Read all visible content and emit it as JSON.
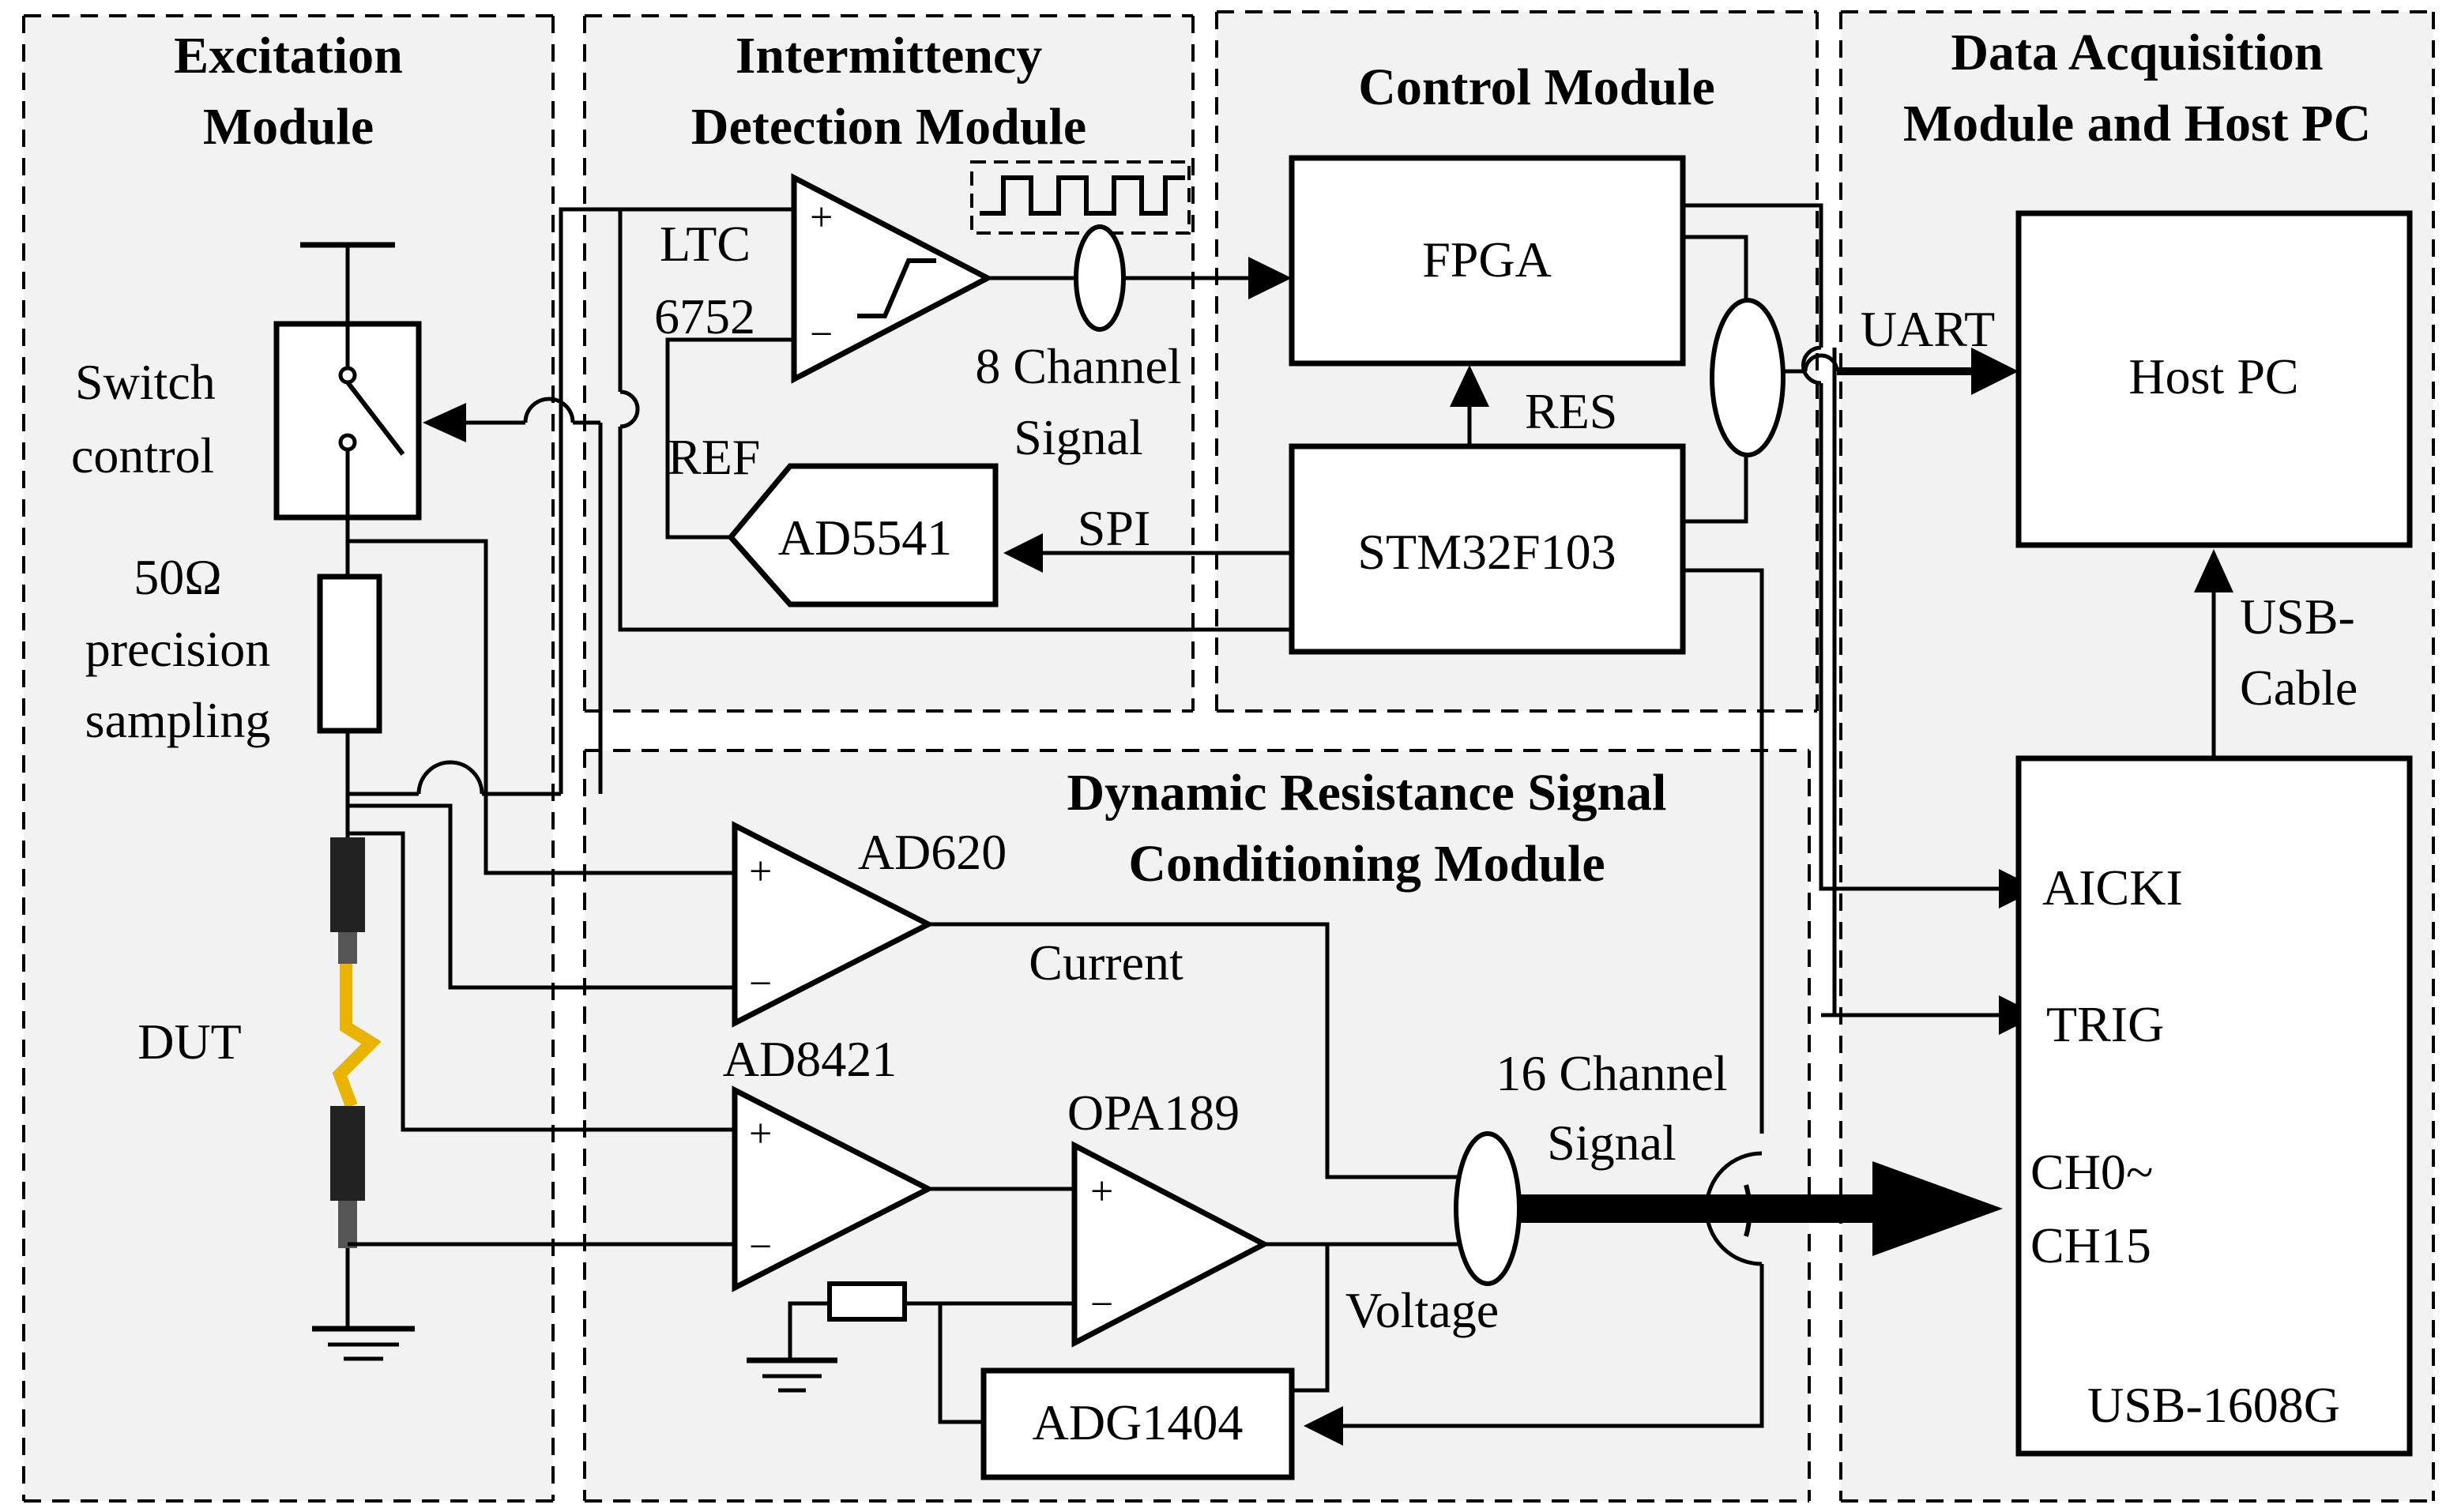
{
  "modules": {
    "excitation": [
      "Excitation",
      "Module"
    ],
    "intermittency": [
      "Intermittency",
      "Detection Module"
    ],
    "control": "Control Module",
    "daq": [
      "Data Acquisition",
      "Module and Host PC"
    ],
    "conditioning": [
      "Dynamic Resistance Signal",
      "Conditioning Module"
    ]
  },
  "labels": {
    "switch_control": [
      "Switch",
      "control"
    ],
    "resistor": [
      "50Ω",
      "precision",
      "sampling"
    ],
    "dut": "DUT",
    "ltc": [
      "LTC",
      "6752"
    ],
    "ref": "REF",
    "ad5541": "AD5541",
    "spi": "SPI",
    "eight_channel": [
      "8 Channel",
      "Signal"
    ],
    "fpga": "FPGA",
    "res": "RES",
    "stm32": "STM32F103",
    "uart": "UART",
    "host_pc": "Host PC",
    "usb_cable": [
      "USB-",
      "Cable"
    ],
    "aicki": "AICKI",
    "trig": "TRIG",
    "ch": [
      "CH0~",
      "CH15"
    ],
    "usb1608": "USB-1608G",
    "ad620": "AD620",
    "ad8421": "AD8421",
    "opa189": "OPA189",
    "current": "Current",
    "voltage": "Voltage",
    "sixteen_channel": [
      "16 Channel",
      "Signal"
    ],
    "adg1404": "ADG1404",
    "plus": "+",
    "minus": "−"
  },
  "colors": {
    "background": "#f2f2f2",
    "line": "#000000",
    "dut_body": "#222222",
    "dut_lead": "#e8b400"
  }
}
